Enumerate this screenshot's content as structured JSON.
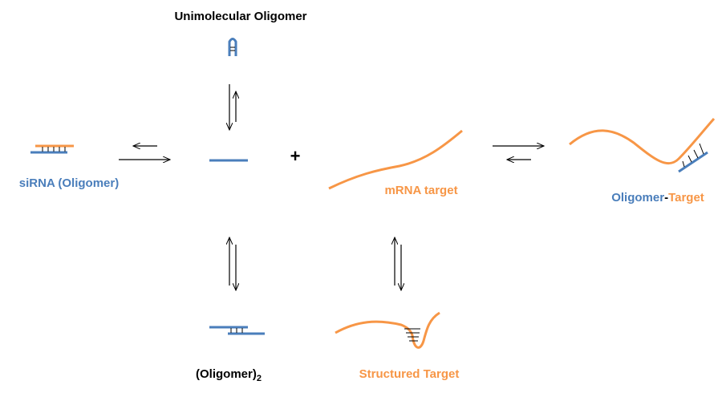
{
  "labels": {
    "unimolecular": "Unimolecular Oligomer",
    "sirna": "siRNA (Oligomer)",
    "mrna": "mRNA target",
    "oligomer_part": "Oligomer",
    "dash": "-",
    "target_part": "Target",
    "dimer": "(Oligomer)",
    "dimer_sub": "2",
    "structured": "Structured Target",
    "plus": "+"
  },
  "colors": {
    "oligomer": "#4a7ebb",
    "target": "#f79646",
    "text": "#000000",
    "arrow": "#000000"
  }
}
